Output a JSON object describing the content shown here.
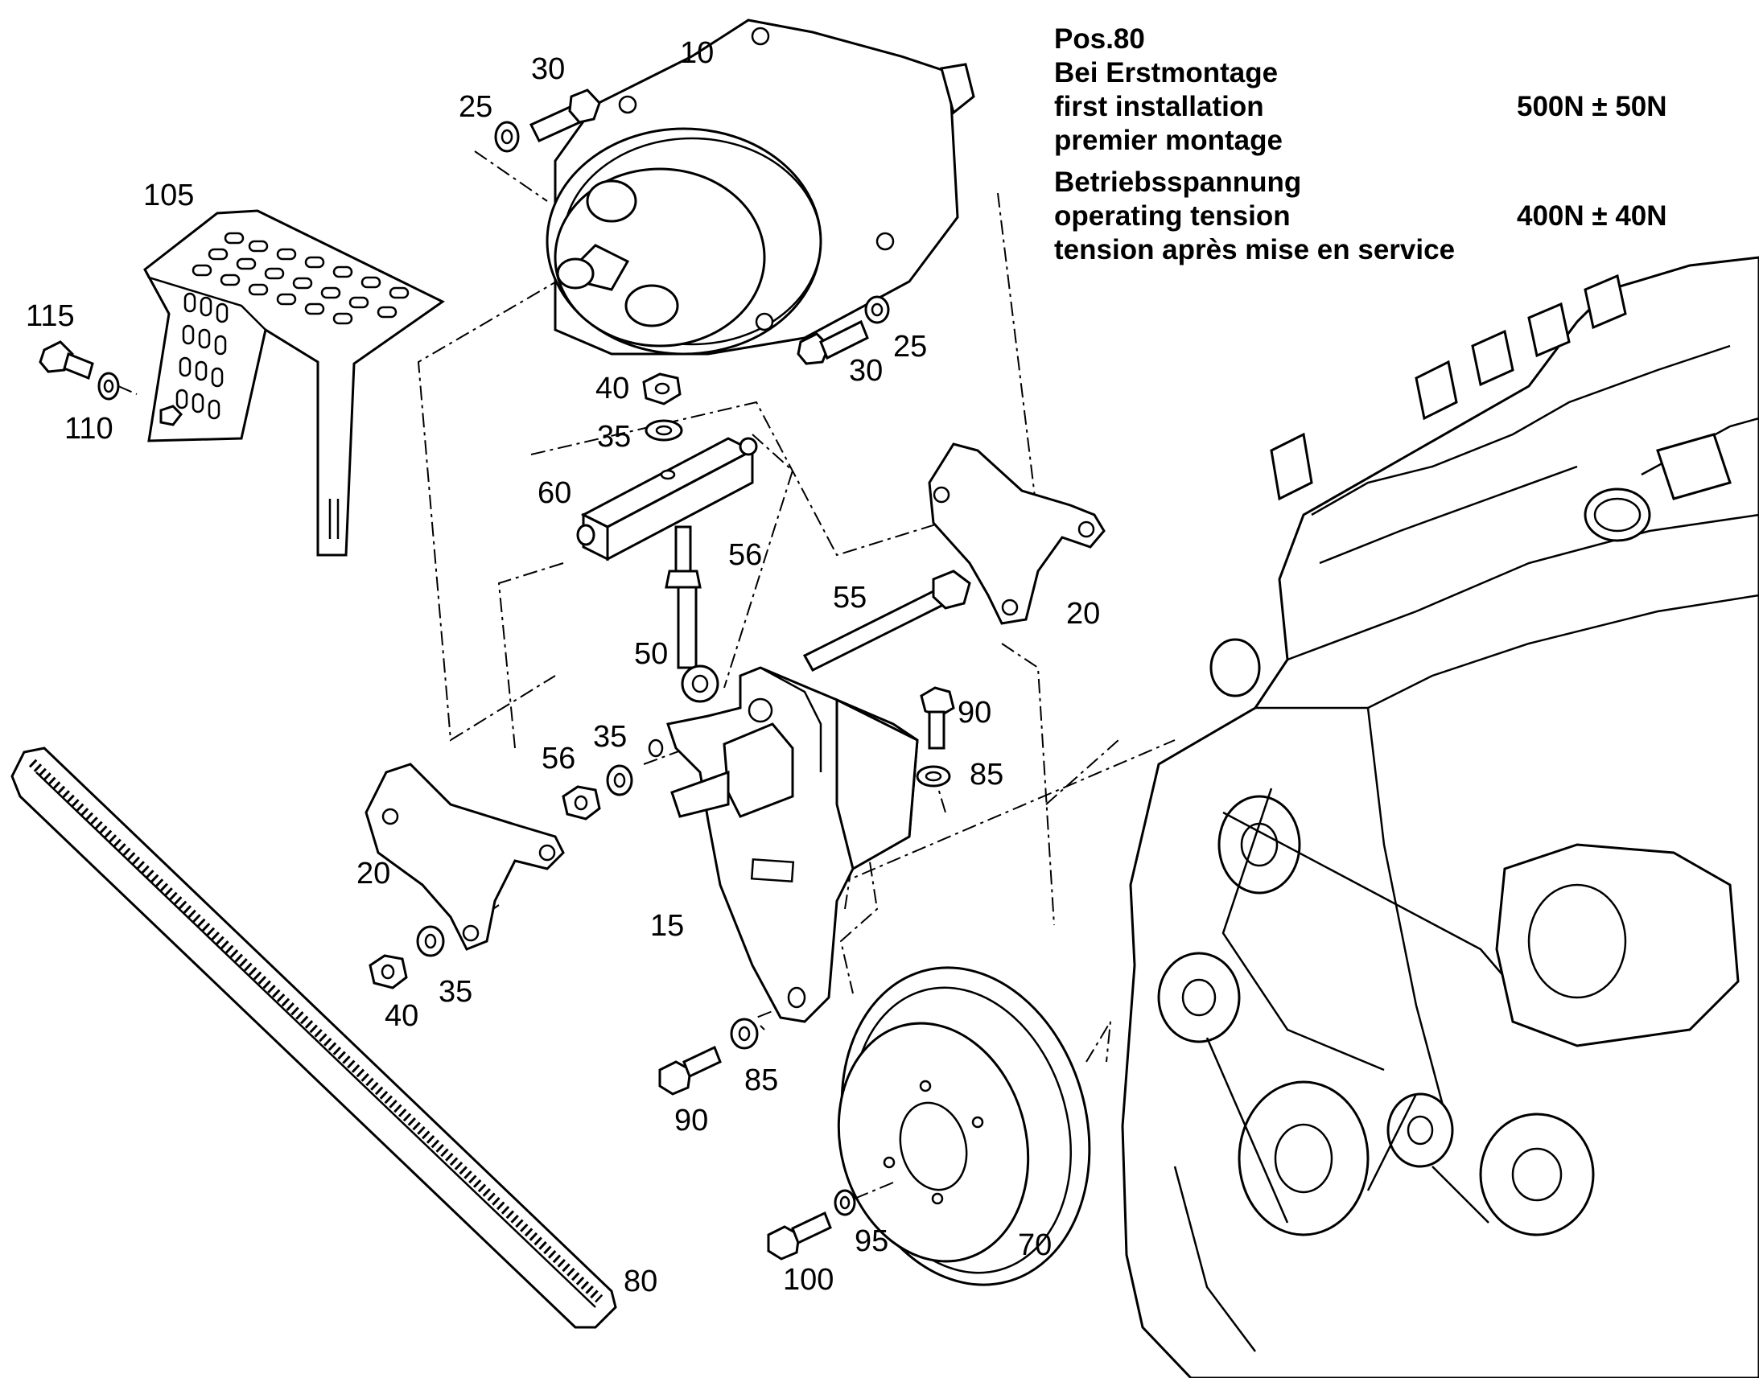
{
  "notes": {
    "position": "Pos.80",
    "first_install": {
      "de": "Bei Erstmontage",
      "en": "first installation",
      "fr": "premier montage",
      "value": "500N ± 50N"
    },
    "operating": {
      "de": "Betriebsspannung",
      "en": "operating tension",
      "fr": "tension après mise en service",
      "value": "400N ± 40N"
    }
  },
  "callouts": {
    "c10": "10",
    "c30a": "30",
    "c25a": "25",
    "c105": "105",
    "c115": "115",
    "c110": "110",
    "c30b": "30",
    "c25b": "25",
    "c40a": "40",
    "c35a": "35",
    "c60": "60",
    "c56a": "56",
    "c55": "55",
    "c20a": "20",
    "c50": "50",
    "c90a": "90",
    "c56b": "56",
    "c35b": "35",
    "c85a": "85",
    "c20b": "20",
    "c15": "15",
    "c40b": "40",
    "c35c": "35",
    "c85b": "85",
    "c90b": "90",
    "c95": "95",
    "c70": "70",
    "c100": "100",
    "c80": "80"
  }
}
